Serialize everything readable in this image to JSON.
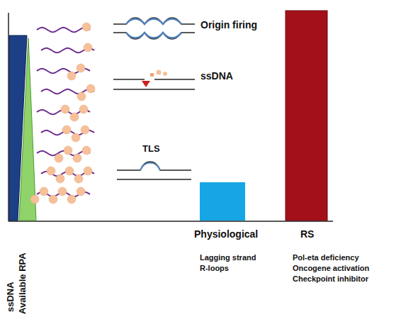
{
  "diagram": {
    "labels": [
      "Origin firing",
      "ssDNA",
      "TLS",
      "Physiological",
      "Lagging strand",
      "R-loops",
      "RS",
      "Pol-eta deficiency",
      "Oncogene activation",
      "Checkpoint inhibitor",
      "ssDNA",
      "Available RPA"
    ]
  }
}
